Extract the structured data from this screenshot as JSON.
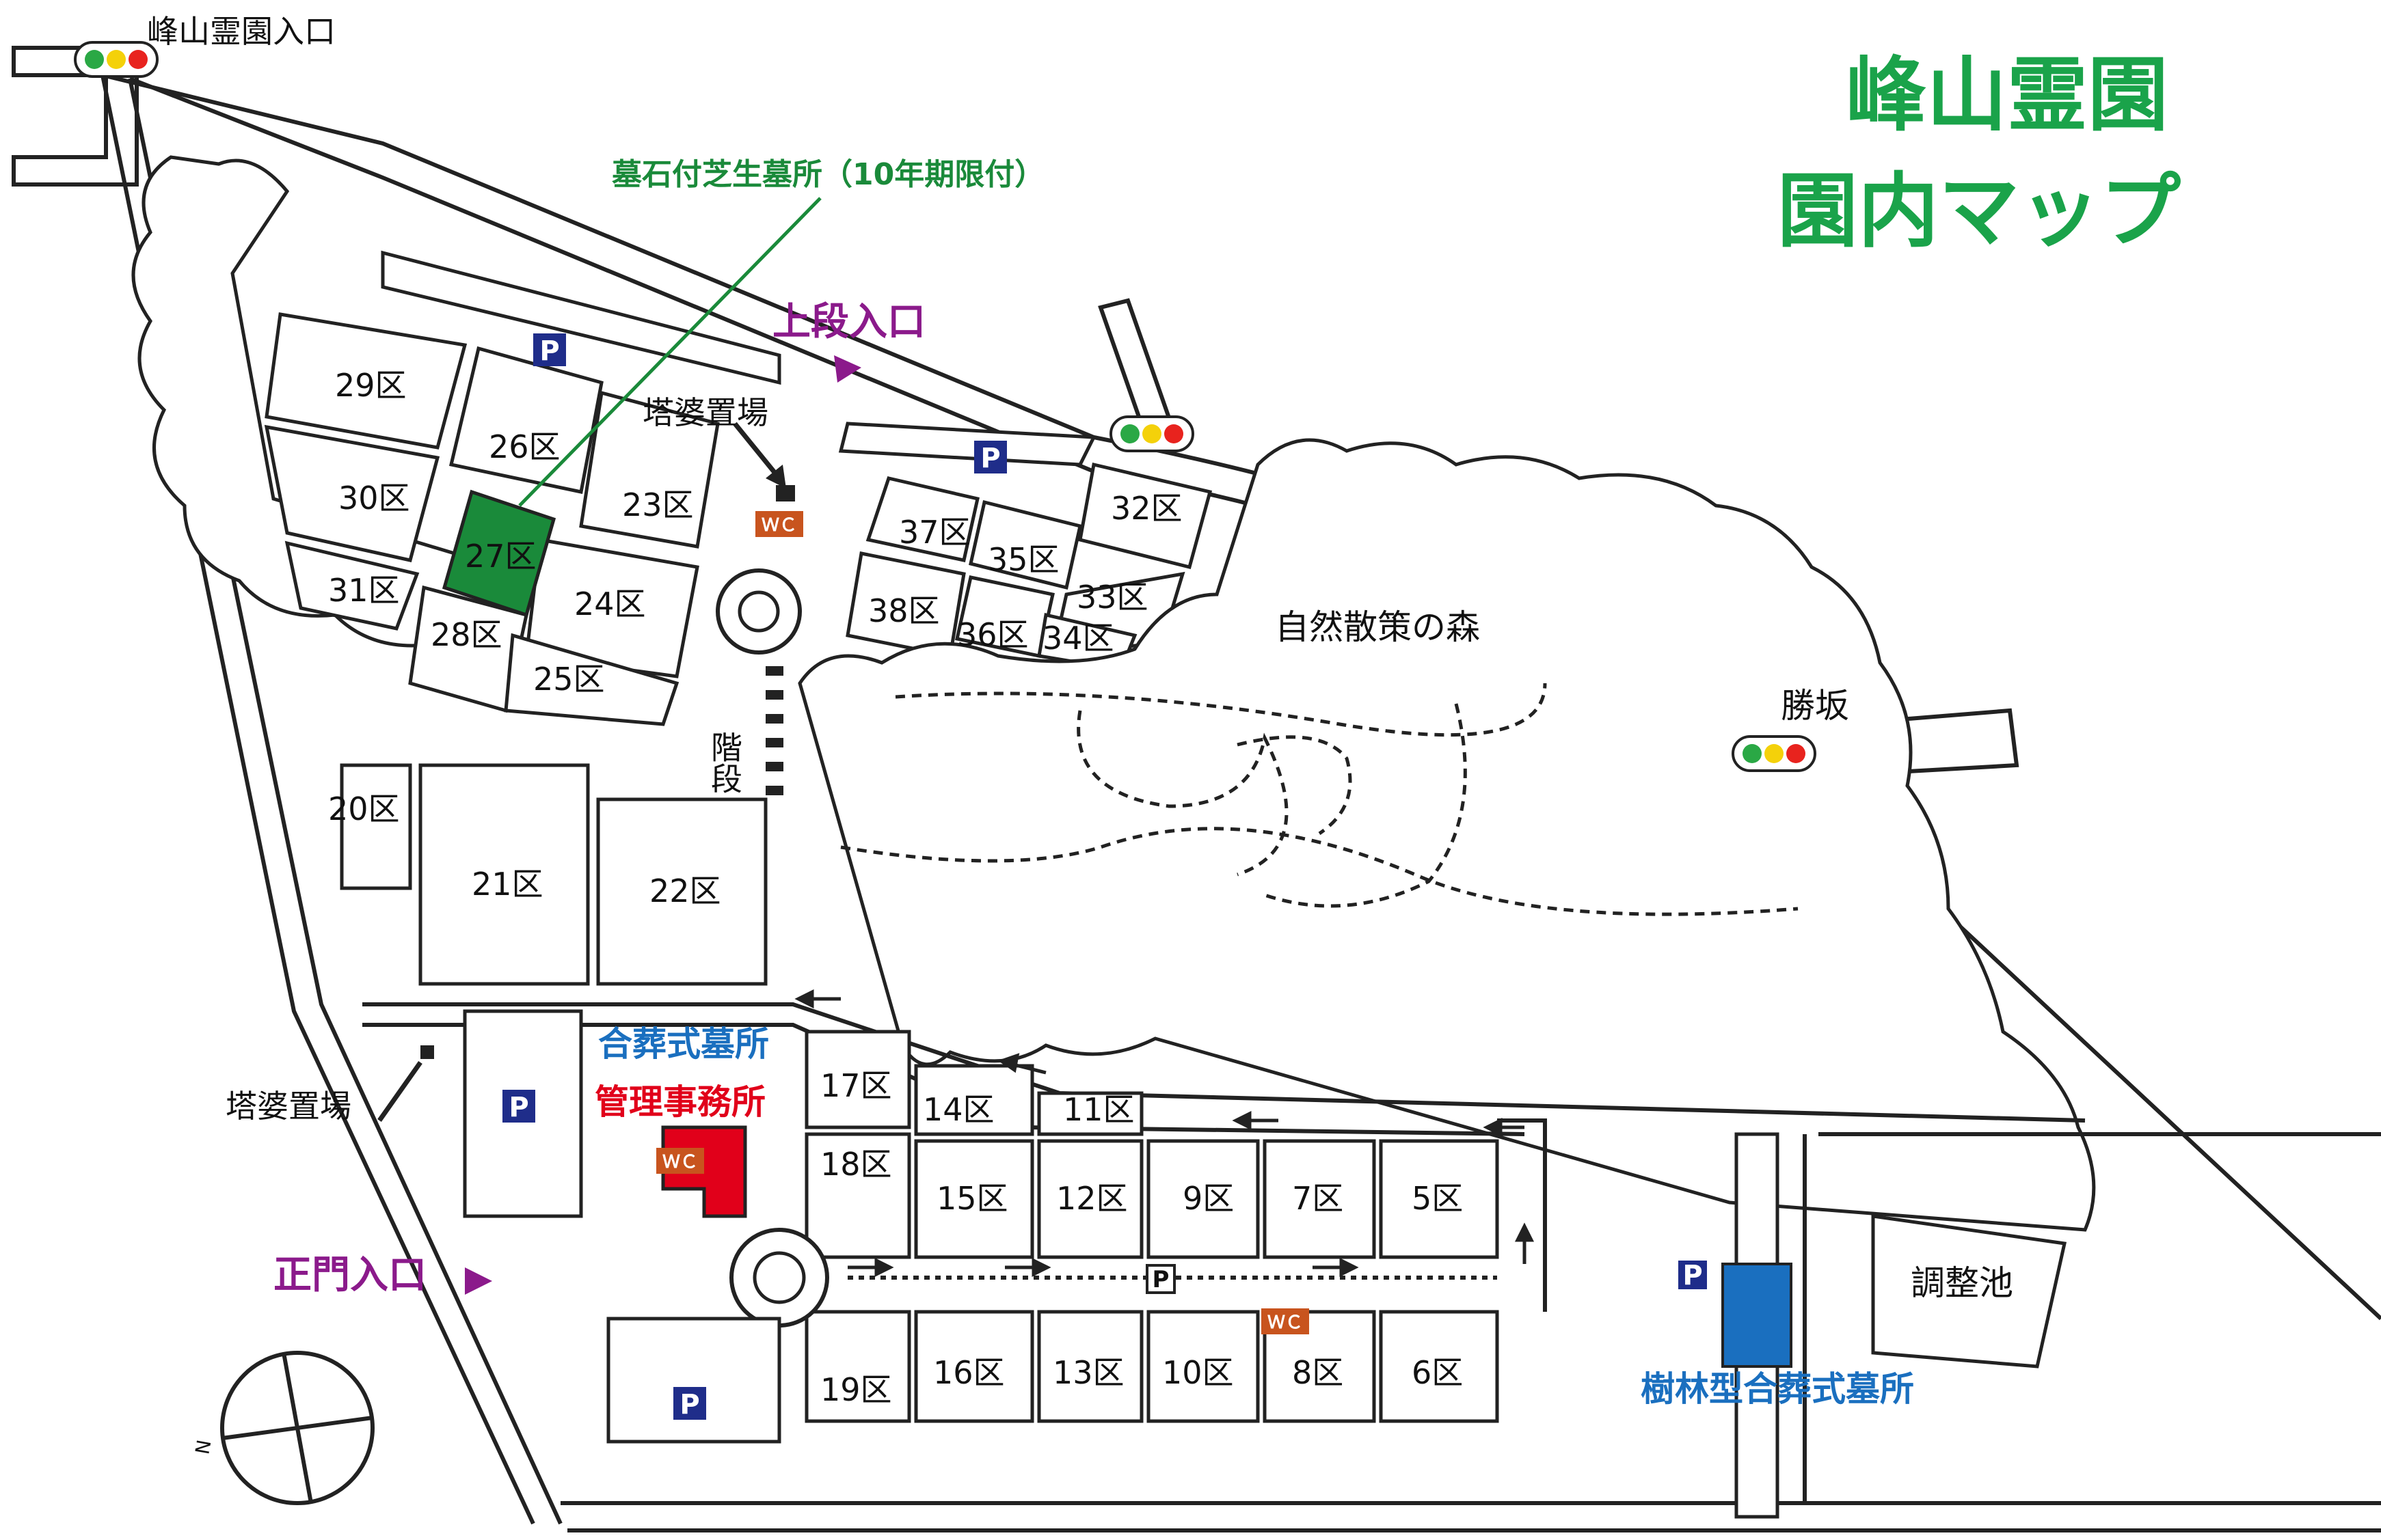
{
  "map_title": {
    "line1": "峰山霊園",
    "line2": "園内マップ"
  },
  "entrances": {
    "top_left": "峰山霊園入口",
    "upper": "上段入口",
    "main": "正門入口",
    "kachizaka": "勝坂"
  },
  "facilities": {
    "lawn_graves": "墓石付芝生墓所（10年期限付）",
    "stupa_upper": "塔婆置場",
    "stupa_lower": "塔婆置場",
    "stairs": "階段",
    "forest": "自然散策の森",
    "joint_grave": "合葬式墓所",
    "office": "管理事務所",
    "tree_joint_grave": "樹林型合葬式墓所",
    "pond": "調整池",
    "parking": "P",
    "wc": "ＷＣ"
  },
  "sections": [
    "29区",
    "26区",
    "30区",
    "27区",
    "23区",
    "31区",
    "28区",
    "24区",
    "25区",
    "37区",
    "35区",
    "32区",
    "38区",
    "36区",
    "33区",
    "34区",
    "20区",
    "21区",
    "22区",
    "17区",
    "14区",
    "11区",
    "18区",
    "15区",
    "12区",
    "9区",
    "7区",
    "5区",
    "19区",
    "16区",
    "13区",
    "10区",
    "8区",
    "6区"
  ],
  "compass": {
    "north": "N"
  },
  "colors": {
    "title_green": "#1aa34a",
    "highlight_green": "#1a8a3a",
    "entry_purple": "#8b1a8b",
    "joint_blue": "#1a6fbf",
    "office_red": "#e1001a",
    "parking_navy": "#1f2d8a",
    "wc_orange": "#c8541e"
  }
}
